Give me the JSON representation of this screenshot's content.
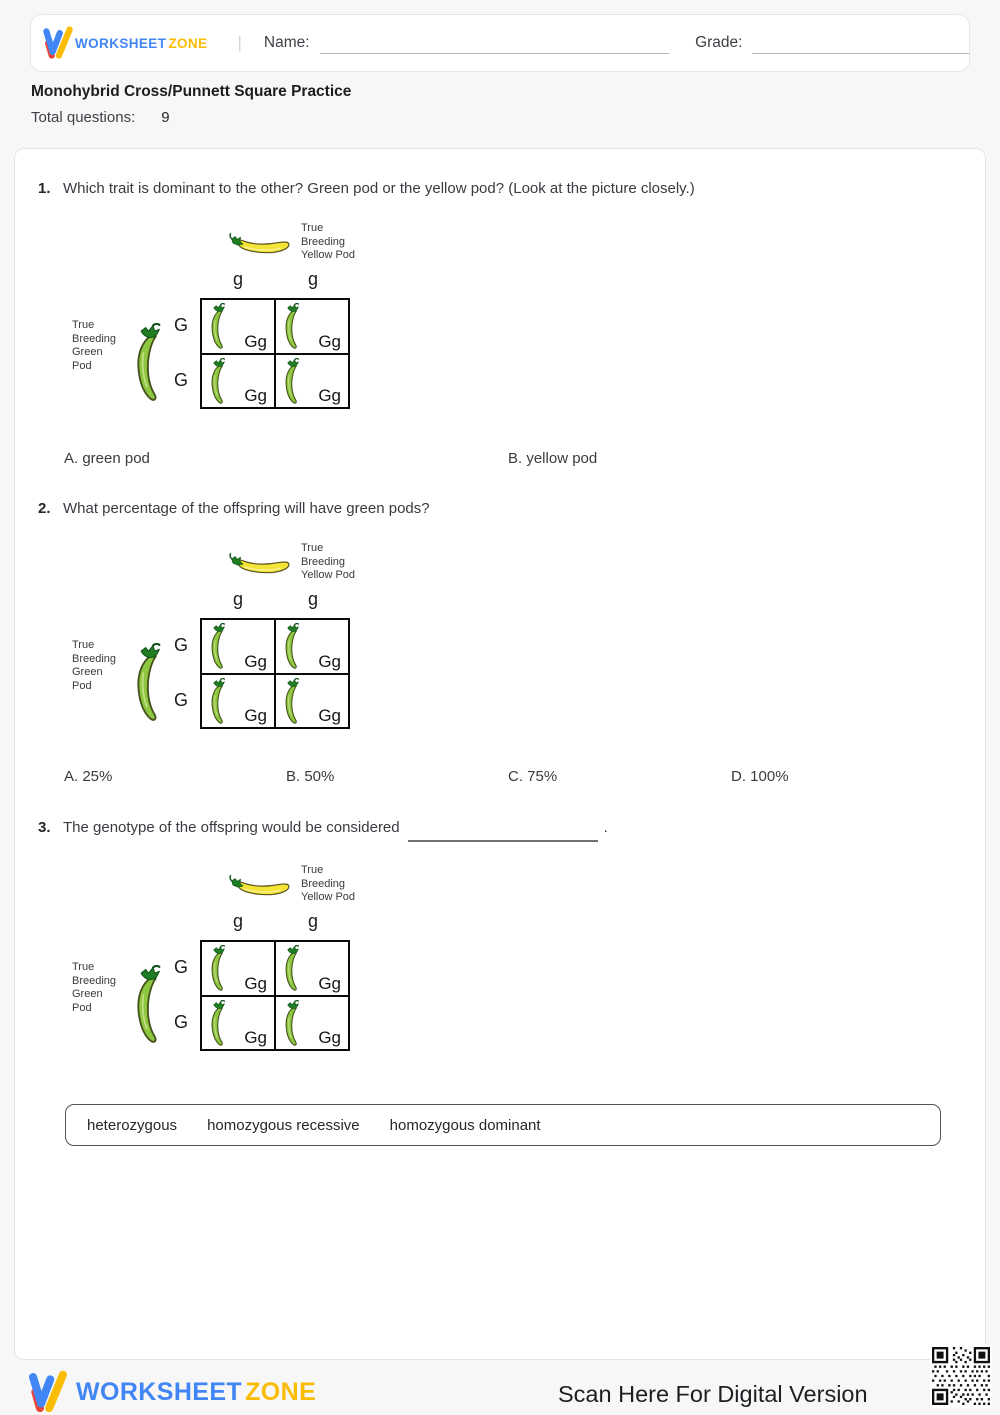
{
  "header": {
    "brand_word1": "WORKSHEET",
    "brand_word2": "ZONE",
    "separator": "|",
    "name_label": "Name:",
    "grade_label": "Grade:"
  },
  "title": {
    "heading": "Monohybrid Cross/Punnett Square Practice",
    "total_label": "Total questions:",
    "total_value": "9"
  },
  "punnett": {
    "yellow_parent_lines": [
      "True",
      "Breeding",
      "Yellow Pod"
    ],
    "green_parent_lines": [
      "True",
      "Breeding",
      "Green",
      "Pod"
    ],
    "col_allele": "g",
    "row_allele": "G",
    "cell_genotype": "Gg"
  },
  "questions": {
    "q1": {
      "number": "1.",
      "text": "Which trait is dominant to the other? Green pod or the yellow pod? (Look at the picture closely.)",
      "options": [
        "A. green pod",
        "B. yellow pod"
      ]
    },
    "q2": {
      "number": "2.",
      "text": "What percentage of the offspring will have green pods?",
      "options": [
        "A. 25%",
        "B. 50%",
        "C. 75%",
        "D. 100%"
      ]
    },
    "q3": {
      "number": "3.",
      "text": "The genotype of the offspring would be considered",
      "suffix": "."
    }
  },
  "word_bank": [
    "heterozygous",
    "homozygous recessive",
    "homozygous dominant"
  ],
  "footer": {
    "brand_word1": "WORKSHEET",
    "brand_word2": "ZONE",
    "scan_text": "Scan Here For Digital Version"
  },
  "colors": {
    "brand_blue": "#4285f4",
    "brand_yellow": "#fbbc05",
    "brand_red": "#ea4335",
    "pod_green": "#8dc63f",
    "pod_yellow": "#f4e437"
  }
}
